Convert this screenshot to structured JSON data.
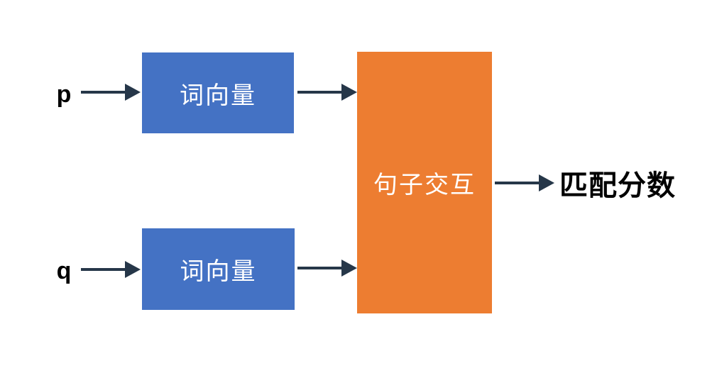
{
  "diagram": {
    "title": "sentence-matching-architecture",
    "inputs": {
      "p": "p",
      "q": "q"
    },
    "nodes": {
      "word_vector_top": {
        "label": "词向量",
        "color": "#4472C4"
      },
      "word_vector_bottom": {
        "label": "词向量",
        "color": "#4472C4"
      },
      "sentence_interaction": {
        "label": "句子交互",
        "color": "#ED7D31"
      }
    },
    "output": {
      "label": "匹配分数"
    },
    "colors": {
      "node_blue": "#4472C4",
      "node_orange": "#ED7D31",
      "arrow": "#263749",
      "text_on_node": "#ffffff",
      "text_default": "#000000"
    }
  }
}
